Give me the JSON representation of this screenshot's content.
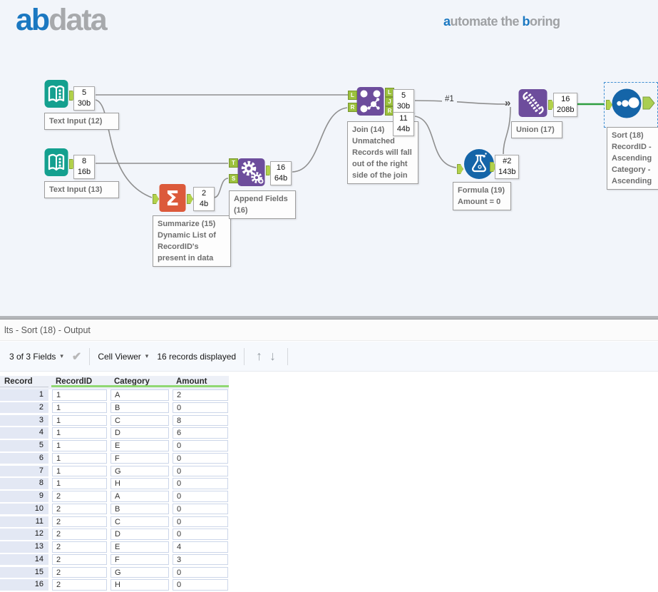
{
  "brand": {
    "logo_blue": "ab",
    "logo_gray": "data",
    "tagline_p1": "a",
    "tagline_p2": "utomate the ",
    "tagline_p3": "b",
    "tagline_p4": "oring"
  },
  "canvas": {
    "tools": {
      "ti12": {
        "label": "Text Input (12)",
        "badge": "5\n30b"
      },
      "ti13": {
        "label": "Text Input (13)",
        "badge": "8\n16b"
      },
      "sum15": {
        "label": "Summarize (15)\nDynamic List of\nRecordID's\npresent in data",
        "badge": "2\n4b",
        "glyph": "Σ"
      },
      "app16": {
        "label": "Append Fields\n(16)",
        "badge": "16\n64b",
        "in_t": "T",
        "in_s": "S"
      },
      "join14": {
        "label": "Join (14)\nUnmatched\nRecords will fall\nout of the right\nside of the join",
        "badge_j": "5\n30b",
        "badge_r": "11\n44b",
        "in_l": "L",
        "in_r": "R",
        "out_l": "L",
        "out_j": "J",
        "out_r": "R"
      },
      "form19": {
        "label": "Formula (19)\nAmount = 0",
        "badge": "#2\n143b"
      },
      "union17": {
        "label": "Union (17)",
        "badge": "16\n208b",
        "multi_in": "»"
      },
      "sort18": {
        "label": "Sort (18)\nRecordID -\nAscending\nCategory -\nAscending"
      }
    },
    "wire_label": "#1",
    "colors": {
      "teal": "#14a08f",
      "orange": "#dc5a3b",
      "purple": "#6d4d9c",
      "blue": "#1565a8",
      "anchor_green": "#b2d14b",
      "wire_green": "#2f9e3f"
    }
  },
  "results": {
    "title": "lts - Sort (18) - Output",
    "toolbar": {
      "fields": "3 of 3 Fields",
      "caret": "▾",
      "check": "✔",
      "cell_viewer": "Cell Viewer",
      "records": "16 records displayed",
      "up": "↑",
      "down": "↓"
    },
    "table": {
      "columns": [
        "Record",
        "RecordID",
        "Category",
        "Amount"
      ],
      "rows": [
        [
          "1",
          "1",
          "A",
          "2"
        ],
        [
          "2",
          "1",
          "B",
          "0"
        ],
        [
          "3",
          "1",
          "C",
          "8"
        ],
        [
          "4",
          "1",
          "D",
          "6"
        ],
        [
          "5",
          "1",
          "E",
          "0"
        ],
        [
          "6",
          "1",
          "F",
          "0"
        ],
        [
          "7",
          "1",
          "G",
          "0"
        ],
        [
          "8",
          "1",
          "H",
          "0"
        ],
        [
          "9",
          "2",
          "A",
          "0"
        ],
        [
          "10",
          "2",
          "B",
          "0"
        ],
        [
          "11",
          "2",
          "C",
          "0"
        ],
        [
          "12",
          "2",
          "D",
          "0"
        ],
        [
          "13",
          "2",
          "E",
          "4"
        ],
        [
          "14",
          "2",
          "F",
          "3"
        ],
        [
          "15",
          "2",
          "G",
          "0"
        ],
        [
          "16",
          "2",
          "H",
          "0"
        ]
      ]
    }
  }
}
